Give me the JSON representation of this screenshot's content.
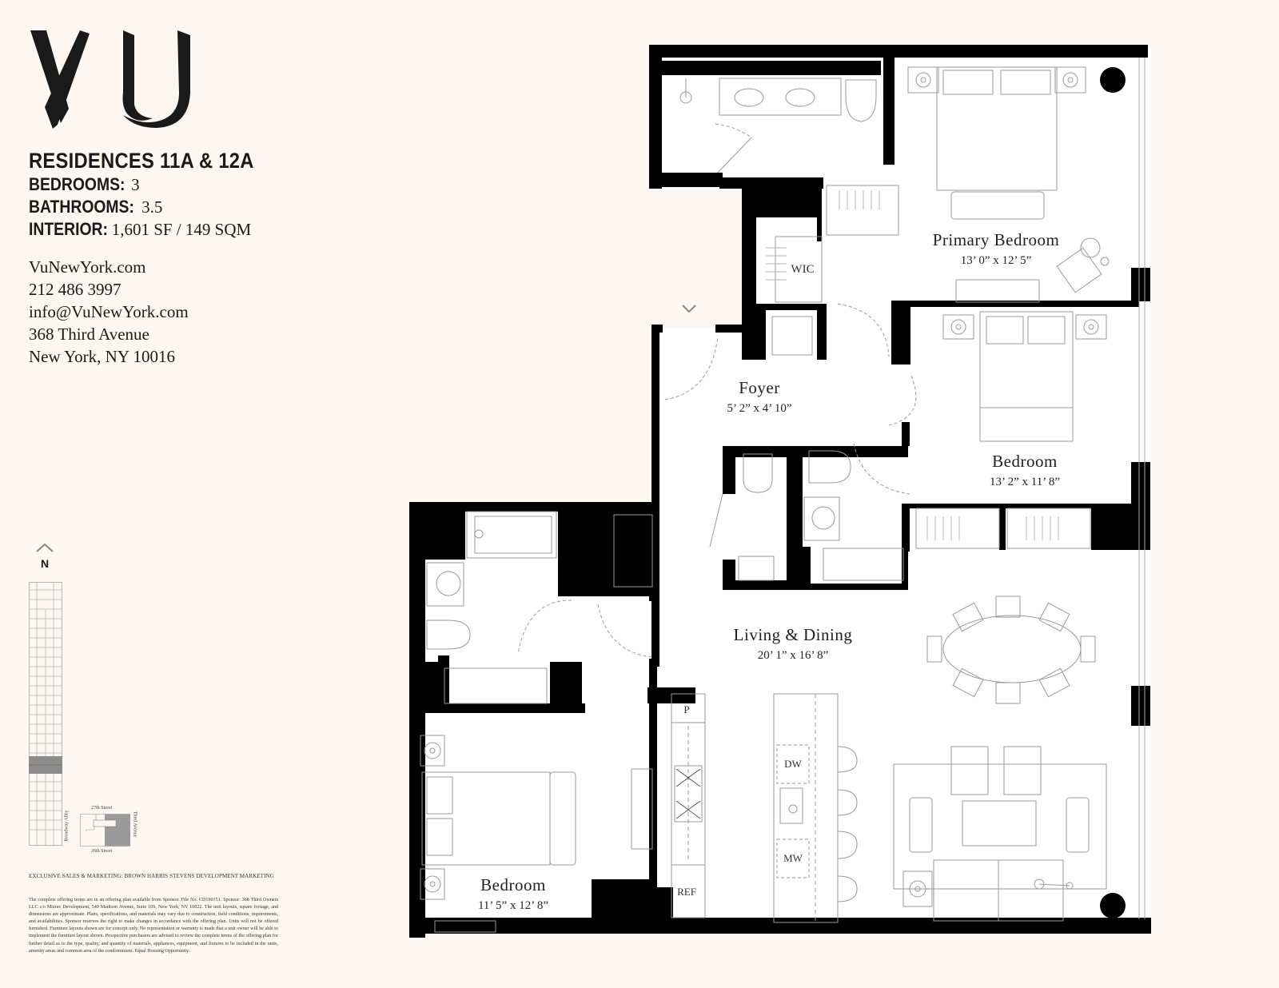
{
  "brand": {
    "logo_text": "VU"
  },
  "header": {
    "title": "RESIDENCES 11A & 12A",
    "specs": [
      {
        "key": "BEDROOMS:",
        "value": "3"
      },
      {
        "key": "BATHROOMS:",
        "value": "3.5"
      },
      {
        "key": "INTERIOR:",
        "value": "1,601 SF / 149 SQM"
      }
    ]
  },
  "contact": {
    "website": "VuNewYork.com",
    "phone": "212 486 3997",
    "email": "info@VuNewYork.com",
    "address_line1": "368 Third Avenue",
    "address_line2": "New York, NY 10016"
  },
  "locator": {
    "north_label": "N",
    "north_icon": "north-arrow-chevron",
    "streets": {
      "north": "27th Street",
      "south": "26th Street",
      "west": "Broadway Alley",
      "east": "Third Avenue"
    }
  },
  "footer": {
    "marketing": "EXCLUSIVE SALES & MARKETING: BROWN HARRIS STEVENS DEVELOPMENT MARKETING",
    "disclaimer": "The complete offering terms are in an offering plan available from Sponsor. File No. CD190151. Sponsor: 368 Third Owners LLC c/o Mizrav Development, 540 Madison Avenue, Suite 10S, New York, NY 10022. The unit layouts, square footage, and dimensions are approximate. Plans, specifications, and materials may vary due to construction, field conditions, requirements, and availabilities. Sponsor reserves the right to make changes in accordance with the offering plan. Units will not be offered furnished. Furniture layouts shown are for concept only. No representation or warranty is made that a unit owner will be able to implement the furniture layout shown. Prospective purchasers are advised to review the complete terms of the offering plan for further detail as to the type, quality, and quantity of materials, appliances, equipment, and fixtures to be included in the units, amenity areas and common area of the condominium. Equal Housing Opportunity."
  },
  "floorplan": {
    "entry_icon": "entry-chevron",
    "rooms": [
      {
        "name": "Primary Bedroom",
        "dims": "13’ 0” x 12’ 5”"
      },
      {
        "name": "Foyer",
        "dims": "5’ 2” x 4’ 10”"
      },
      {
        "name": "Bedroom",
        "dims": "13’ 2” x 11’ 8”"
      },
      {
        "name": "Living & Dining",
        "dims": "20’ 1” x 16’ 8”"
      },
      {
        "name": "Bedroom",
        "dims": "11’ 5” x 12’ 8”"
      }
    ],
    "fixtures": {
      "wic": "WIC",
      "pantry": "P",
      "dishwasher": "DW",
      "microwave": "MW",
      "refrigerator": "REF"
    }
  },
  "colors": {
    "background": "#fcf7f1",
    "walls": "#000000",
    "floor": "#ffffff",
    "fixture_lines": "#9a9a9a",
    "highlight_floor": "#8c8c8c"
  }
}
